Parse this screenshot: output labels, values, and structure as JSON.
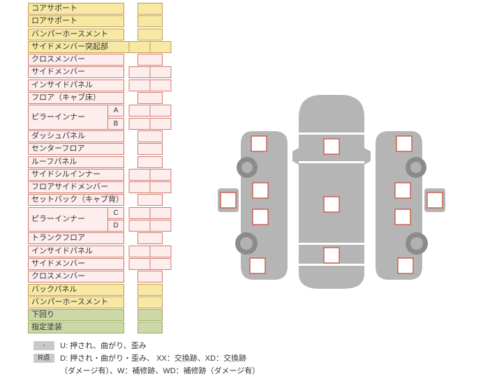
{
  "table": {
    "rows": [
      {
        "label": "コアサポート",
        "color": "yellow",
        "cells": 1
      },
      {
        "label": "ロアサポート",
        "color": "yellow",
        "cells": 1
      },
      {
        "label": "バンパーホースメント",
        "color": "yellow",
        "cells": 1
      },
      {
        "label": "サイドメンバー突起部",
        "color": "yellow",
        "cells": 2,
        "wide": true
      },
      {
        "label": "クロスメンバー",
        "color": "pink",
        "cells": 1
      },
      {
        "label": "サイドメンバー",
        "color": "pink",
        "cells": 2
      },
      {
        "label": "インサイドパネル",
        "color": "pink",
        "cells": 2
      },
      {
        "label": "フロア（キャブ床）",
        "color": "pink",
        "cells": 1
      },
      {
        "label": "ピラーインナー",
        "subs": [
          "A",
          "B"
        ],
        "color": "pink",
        "cells": 2
      },
      {
        "label": "ダッシュパネル",
        "color": "pink",
        "cells": 1
      },
      {
        "label": "センターフロア",
        "color": "pink",
        "cells": 1
      },
      {
        "label": "ルーフパネル",
        "color": "pink",
        "cells": 1
      },
      {
        "label": "サイドシルインナー",
        "color": "pink",
        "cells": 2
      },
      {
        "label": "フロアサイドメンバー",
        "color": "pink",
        "cells": 2
      },
      {
        "label": "セットバック（キャブ背）",
        "color": "pink",
        "cells": 1
      },
      {
        "label": "ピラーインナー",
        "subs": [
          "C",
          "D"
        ],
        "color": "pink",
        "cells": 2
      },
      {
        "label": "トランクフロア",
        "color": "pink",
        "cells": 1
      },
      {
        "label": "インサイドパネル",
        "color": "pink",
        "cells": 2
      },
      {
        "label": "サイドメンバー",
        "color": "pink",
        "cells": 2
      },
      {
        "label": "クロスメンバー",
        "color": "pink",
        "cells": 1
      },
      {
        "label": "バックパネル",
        "color": "yellow",
        "cells": 1
      },
      {
        "label": "バンパーホースメント",
        "color": "yellow",
        "cells": 1
      },
      {
        "label": "下回り",
        "color": "green",
        "cells": 1
      },
      {
        "label": "指定塗装",
        "color": "green",
        "cells": 1
      }
    ]
  },
  "legend": {
    "rows": [
      {
        "badge": "-",
        "text": "U: 押され、曲がり、歪み"
      },
      {
        "badge": "R点",
        "text": "D: 押され・曲がり・歪み、 XX：交換跡、XD：交換跡"
      },
      {
        "badge": "",
        "text": "（ダメージ有）、W：補修跡、WD：補修跡（ダメージ有）"
      }
    ]
  },
  "colors": {
    "yellow_bg": "#f7e9a3",
    "yellow_border": "#c79a52",
    "pink_bg": "#fdeded",
    "pink_border": "#cd7b6d",
    "green_bg": "#ccd8a6",
    "green_border": "#9cab67",
    "car_gray": "#b5b5b5",
    "checkpoint_border": "#cb5a4b",
    "wheel_gray": "#8b8b8b"
  }
}
